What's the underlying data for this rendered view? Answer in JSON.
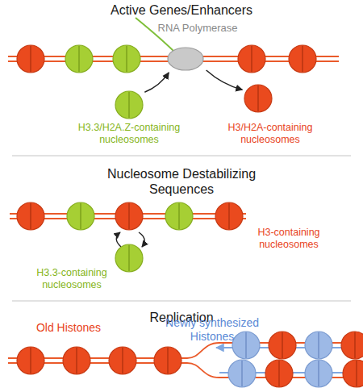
{
  "diagram": {
    "nodes": [
      {
        "text": [
          "Active Genes/Enhancers"
        ]
      },
      {
        "text": [
          "RNA Polymerase"
        ],
        "in": 0
      },
      {
        "text": [
          "H3.3/H2A.Z-containing nucleosomes"
        ],
        "in": 0
      },
      {
        "text": [
          "H3/H2A-containing nucleosomes"
        ],
        "in": 0
      },
      {
        "text": [
          "Nucleosome Destabilizing Sequences"
        ]
      },
      {
        "text": [
          "H3.3-containing nucleosomes"
        ],
        "in": 4
      },
      {
        "text": [
          "Replication"
        ]
      }
    ],
    "edges": [
      {
        "from": 2,
        "to": 1,
        "arrow": "to"
      },
      {
        "from": 1,
        "to": 3,
        "arrow": "to"
      }
    ],
    "labels": [
      "H3-containing nucleosomes",
      "Old Histones",
      "Newly synthesized Histones"
    ]
  }
}
